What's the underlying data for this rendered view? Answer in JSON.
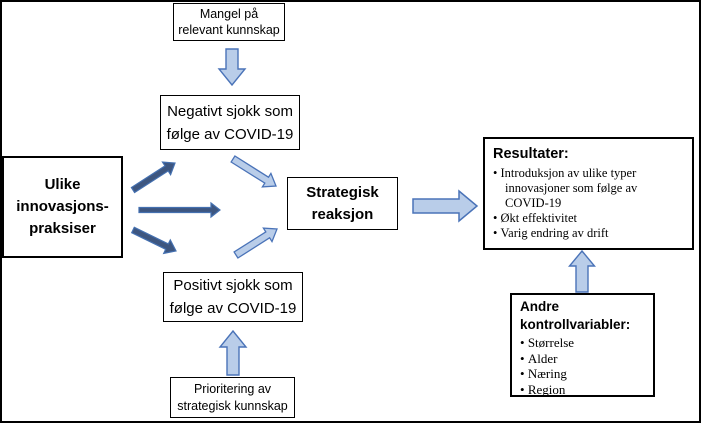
{
  "diagram": {
    "nodes": {
      "mangel": {
        "label": "Mangel på\nrelevant kunnskap"
      },
      "negativt": {
        "label": "Negativt sjokk som\nfølge av COVID-19"
      },
      "ulike": {
        "label": "Ulike\ninnovasjons-\npraksiser"
      },
      "strategisk": {
        "label": "Strategisk\nreaksjon"
      },
      "positivt": {
        "label": "Positivt sjokk som\nfølge av COVID-19"
      },
      "prioritering": {
        "label": "Prioritering av\nstrategisk kunnskap"
      },
      "resultater": {
        "title": "Resultater:",
        "bullets": [
          "Introduksjon av ulike typer innovasjoner som følge av COVID-19",
          "Økt effektivitet",
          "Varig endring av drift"
        ]
      },
      "andre": {
        "title": "Andre\nkontrollvariabler:",
        "bullets": [
          "Størrelse",
          "Alder",
          "Næring",
          "Region"
        ]
      }
    },
    "colors": {
      "background": "#ffffff",
      "box_border": "#000000",
      "arrow_light_fill": "#b9cde9",
      "arrow_light_stroke": "#4a73b8",
      "arrow_dark_fill": "#3d5680",
      "arrow_dark_stroke": "#4470b0"
    }
  }
}
